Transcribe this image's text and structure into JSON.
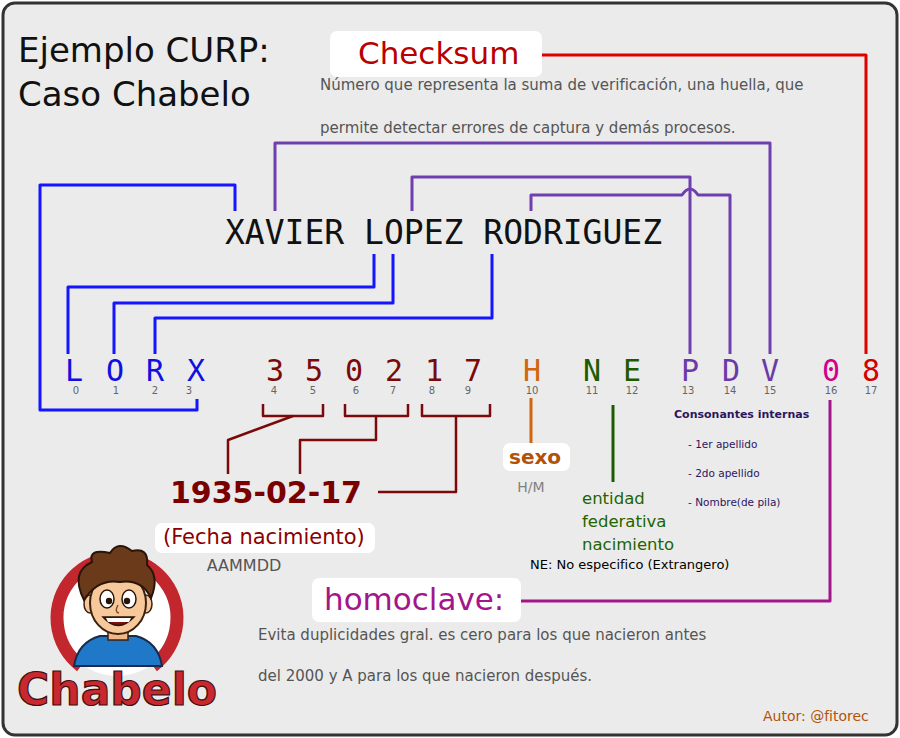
{
  "diagram": {
    "title": "Ejemplo CURP: Caso Chabelo",
    "nodes": [
      {
        "text": [
          "Checksum"
        ]
      },
      {
        "text": [
          "sexo"
        ]
      },
      {
        "text": [
          "(Fecha nacimiento)"
        ]
      },
      {
        "text": [
          "homoclave:"
        ]
      }
    ],
    "labels": [
      "Número que representa la suma de verificación, una huella, que permite detectar errores de captura y demás procesos.",
      "XAVIER LOPEZ RODRIGUEZ",
      "L",
      "O",
      "R",
      "X",
      "3",
      "5",
      "0",
      "2",
      "1",
      "7",
      "H",
      "N",
      "E",
      "P",
      "D",
      "V",
      "0",
      "8",
      "0",
      "1",
      "2",
      "3",
      "4",
      "5",
      "6",
      "7",
      "8",
      "9",
      "10",
      "11",
      "12",
      "13",
      "14",
      "15",
      "16",
      "17",
      "1935-02-17",
      "AAMMDD",
      "H/M",
      "entidad federativa nacimiento",
      "Consonantes internas",
      "- 1er apellido",
      "- 2do apellido",
      "- Nombre(de pila)",
      "NE: No especifico (Extrangero)",
      "Evita duplicidades gral. es cero para los que nacieron antes del 2000 y A para los que nacieron después.",
      "Chabelo",
      "Autor: @fitorec"
    ]
  }
}
